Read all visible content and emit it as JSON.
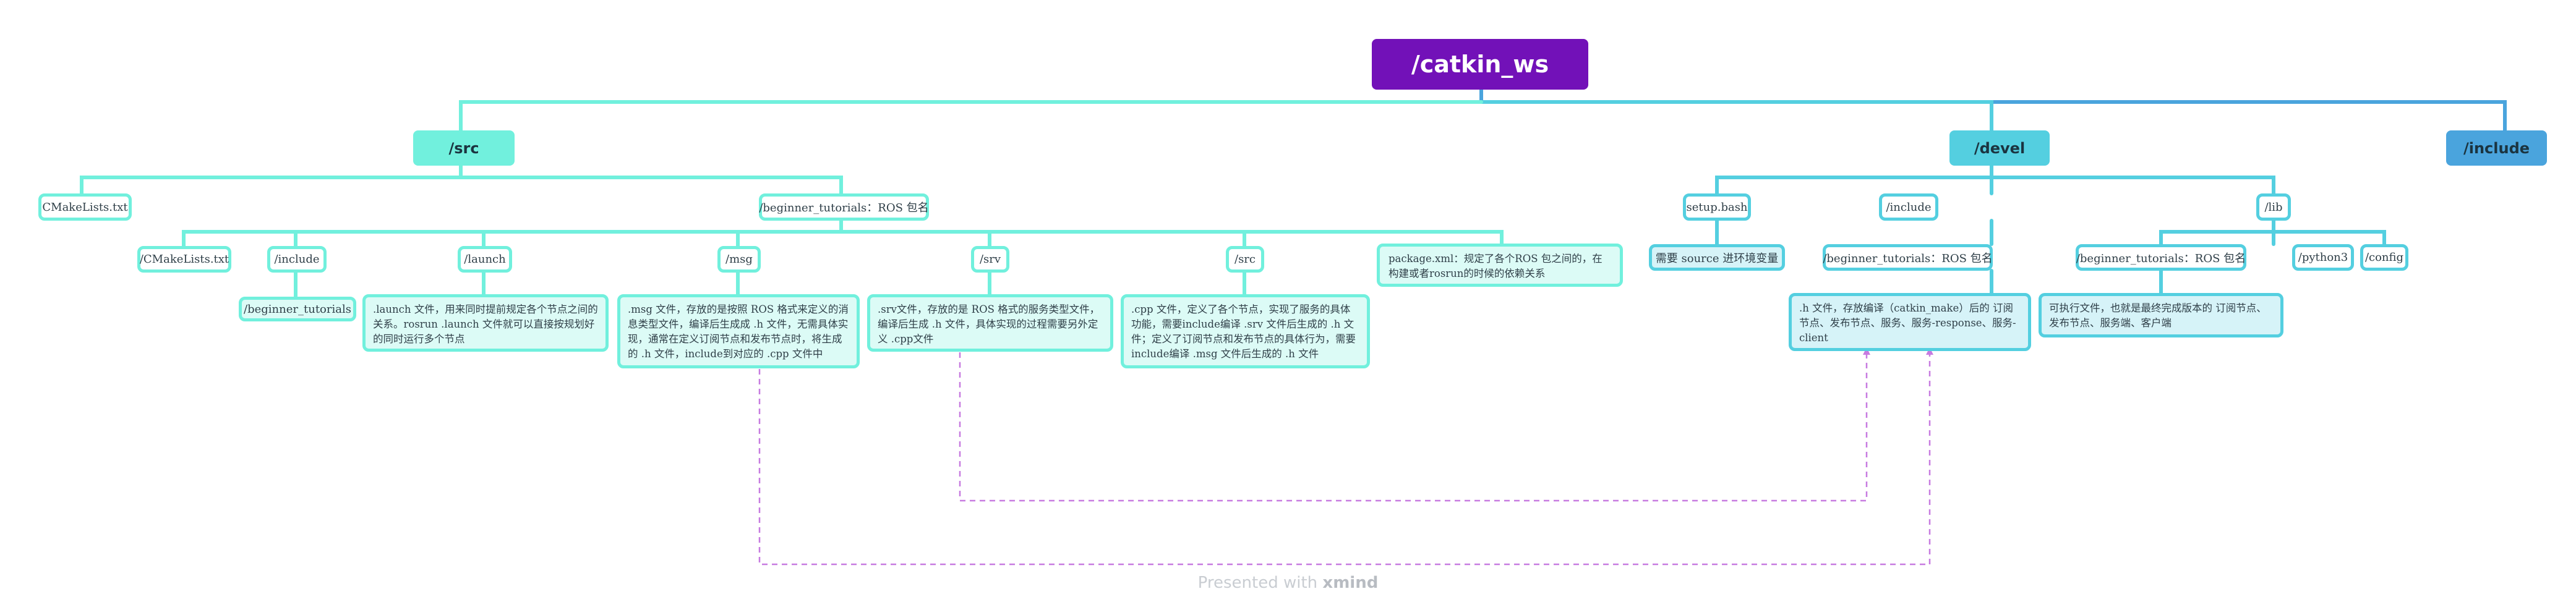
{
  "root": "/catkin_ws",
  "main": {
    "src": "/src",
    "devel": "/devel",
    "include": "/include"
  },
  "src": {
    "cmakelists": "CMakeLists.txt",
    "pkg": "/beginner_tutorials：ROS 包名",
    "pkg_children": {
      "cmakelists": "/CMakeLists.txt",
      "include": "/include",
      "include_child": "/beginner_tutorials",
      "launch": "/launch",
      "launch_note": ".launch 文件，用来同时提前规定各个节点之间的关系。rosrun .launch 文件就可以直接按规划好的同时运行多个节点",
      "msg": "/msg",
      "msg_note": ".msg 文件，存放的是按照 ROS 格式来定义的消息类型文件，编译后生成成 .h 文件，无需具体实现，通常在定义订阅节点和发布节点时，将生成的 .h 文件，include到对应的 .cpp 文件中",
      "srv": "/srv",
      "srv_note": ".srv文件，存放的是 ROS 格式的服务类型文件，编译后生成 .h 文件，具体实现的过程需要另外定义 .cpp文件",
      "src": "/src",
      "src_note": ".cpp 文件，定义了各个节点，实现了服务的具体功能，需要include编译 .srv 文件后生成的 .h 文件；定义了订阅节点和发布节点的具体行为，需要include编译 .msg 文件后生成的 .h 文件",
      "package": "package.xml：规定了各个ROS 包之间的，在构建或者rosrun的时候的依赖关系"
    }
  },
  "devel": {
    "setup": "setup.bash",
    "setup_note": "需要 source 进环境变量",
    "include": "/include",
    "include_pkg": "/beginner_tutorials：ROS 包名",
    "include_note": ".h 文件，存放编译（catkin_make）后的 订阅节点、发布节点、服务、服务-response、服务-client",
    "lib": "/lib",
    "lib_pkg": "/beginner_tutorials：ROS 包名",
    "lib_note": "可执行文件，也就是最终完成版本的 订阅节点、发布节点、服务端、客户端",
    "python3": "/python3",
    "config": "/config"
  },
  "footer": {
    "prefix": "Presented with ",
    "brand": "xmind"
  },
  "colors": {
    "root": "#7211b8",
    "src": "#71f0dd",
    "devel": "#54cfe0",
    "include": "#4aa4dd",
    "relation": "#c77be0"
  }
}
